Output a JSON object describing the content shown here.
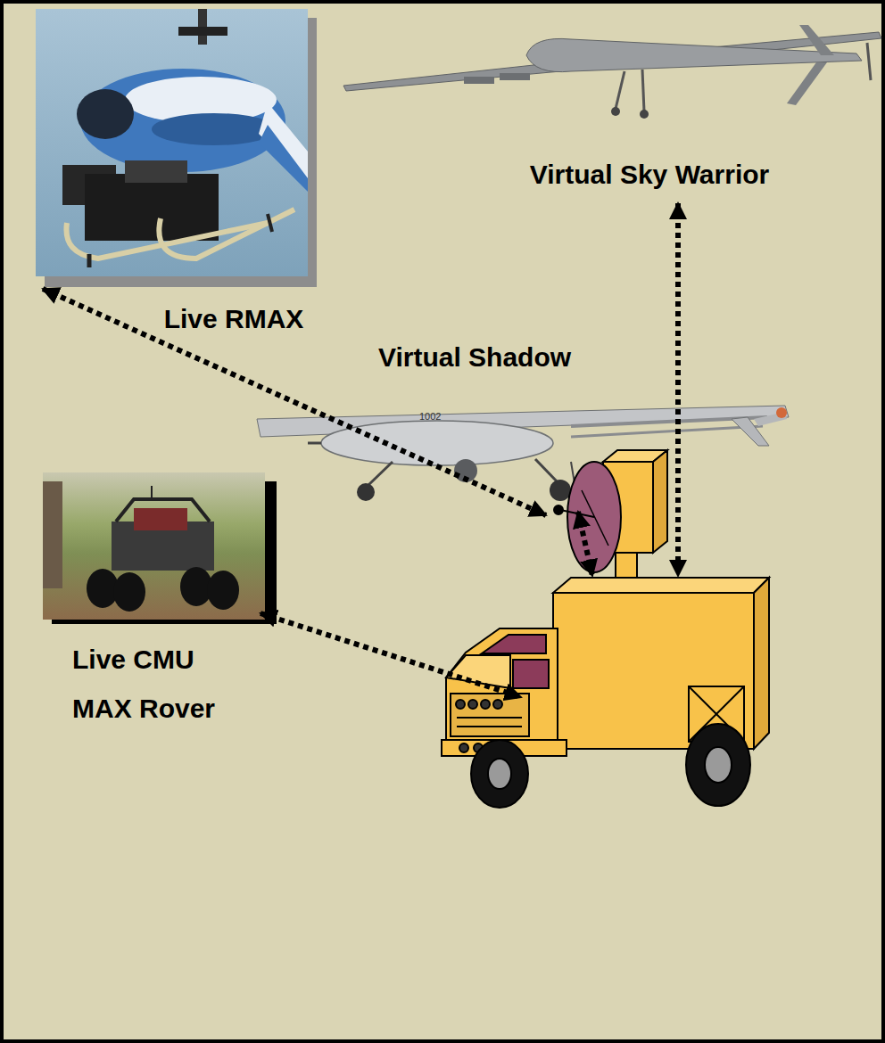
{
  "diagram": {
    "nodes": [
      {
        "text": [
          "Live RMAX"
        ]
      },
      {
        "text": [
          "Virtual Sky Warrior"
        ]
      },
      {
        "text": [
          "Virtual Shadow"
        ]
      },
      {
        "text": [
          "Live CMU MAX Rover"
        ]
      },
      {
        "text": []
      }
    ],
    "edges": [
      {
        "from": 0,
        "to": 4,
        "arrow": "both"
      },
      {
        "from": 1,
        "to": 4,
        "arrow": "both"
      },
      {
        "from": 2,
        "to": 4,
        "arrow": "both"
      },
      {
        "from": 3,
        "to": 4,
        "arrow": "both"
      }
    ],
    "labels": [
      "1002"
    ]
  }
}
